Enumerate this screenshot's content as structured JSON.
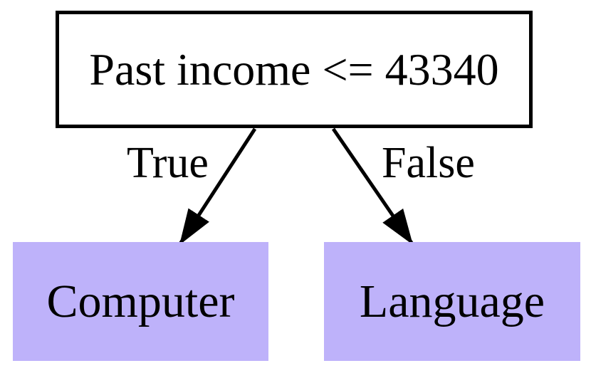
{
  "diagram": {
    "type": "decision-tree",
    "root": {
      "label": "Past income <= 43340"
    },
    "edges": [
      {
        "label": "True",
        "from": "root",
        "to": "Computer"
      },
      {
        "label": "False",
        "from": "root",
        "to": "Language"
      }
    ],
    "leaves": [
      {
        "label": "Computer"
      },
      {
        "label": "Language"
      }
    ],
    "colors": {
      "leaf_fill": "#beb2fa",
      "node_fill": "#ffffff",
      "node_border": "#000000",
      "edge_stroke": "#000000",
      "text": "#000000",
      "background": "#ffffff"
    }
  }
}
